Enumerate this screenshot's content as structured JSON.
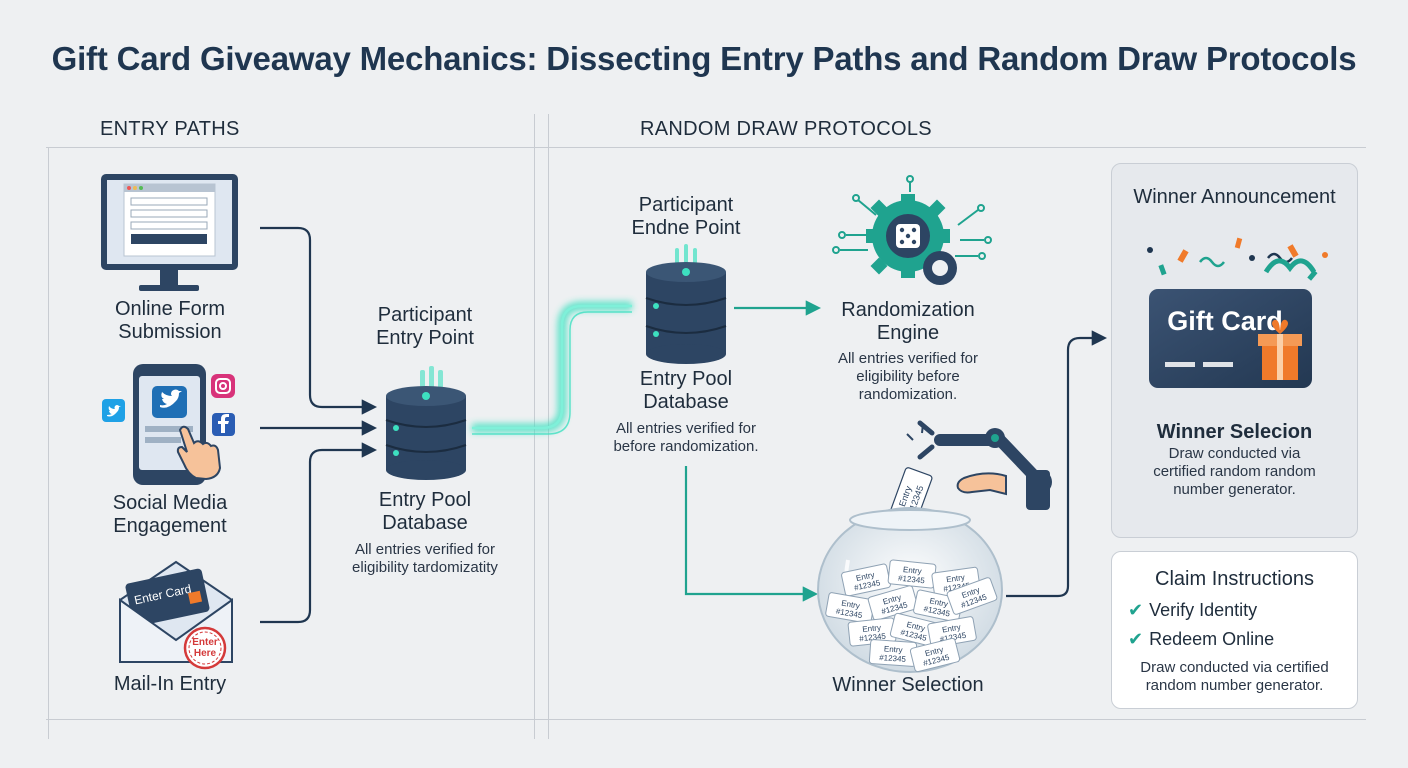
{
  "title": "Gift Card Giveaway Mechanics: Dissecting Entry Paths and Random Draw Protocols",
  "sections": {
    "entry_paths": "ENTRY PATHS",
    "random_draw": "RANDOM DRAW PROTOCOLS"
  },
  "entry_paths": {
    "online": "Online Form\nSubmission",
    "social": "Social Media\nEngagement",
    "mail": "Mail-In Entry",
    "mail_card_text": "Enter Card",
    "mail_stamp_text": "Enter\nHere"
  },
  "left_db": {
    "top_label": "Participant\nEntry Point",
    "name": "Entry Pool\nDatabase",
    "note": "All entries verified for\neligibility tardomizatity"
  },
  "mid_db": {
    "top_label": "Participant\nEndne Point",
    "name": "Entry Pool\nDatabase",
    "note": "All entries verified for\nbefore randomization."
  },
  "engine": {
    "name": "Randomization\nEngine",
    "note": "All entries verified for\neligibility before\nrandomization."
  },
  "bowl": {
    "label": "Winner Selection",
    "ticket_main": "Entry",
    "ticket_num": "#12345"
  },
  "winner_card": {
    "heading": "Winner Announcement",
    "gift_card_text": "Gift Card",
    "subheading": "Winner Selecion",
    "text": "Draw conducted via\ncertified random random\nnumber generator."
  },
  "claim_card": {
    "heading": "Claim Instructions",
    "items": [
      "Verify Identity",
      "Redeem Online"
    ],
    "text": "Draw conducted via certified\nrandom number generator."
  },
  "colors": {
    "navy": "#1f3650",
    "teal": "#1fa38f",
    "glow": "#3de0c0",
    "orange": "#f07a2a"
  },
  "icons": [
    "monitor-icon",
    "phone-icon",
    "twitter-icon",
    "instagram-icon",
    "facebook-icon",
    "hand-pointer-icon",
    "envelope-icon",
    "stamp-icon",
    "database-icon",
    "gear-dice-icon",
    "robot-arm-icon",
    "fishbowl-icon",
    "gift-card-icon",
    "confetti-icon",
    "gift-box-icon",
    "check-icon"
  ]
}
